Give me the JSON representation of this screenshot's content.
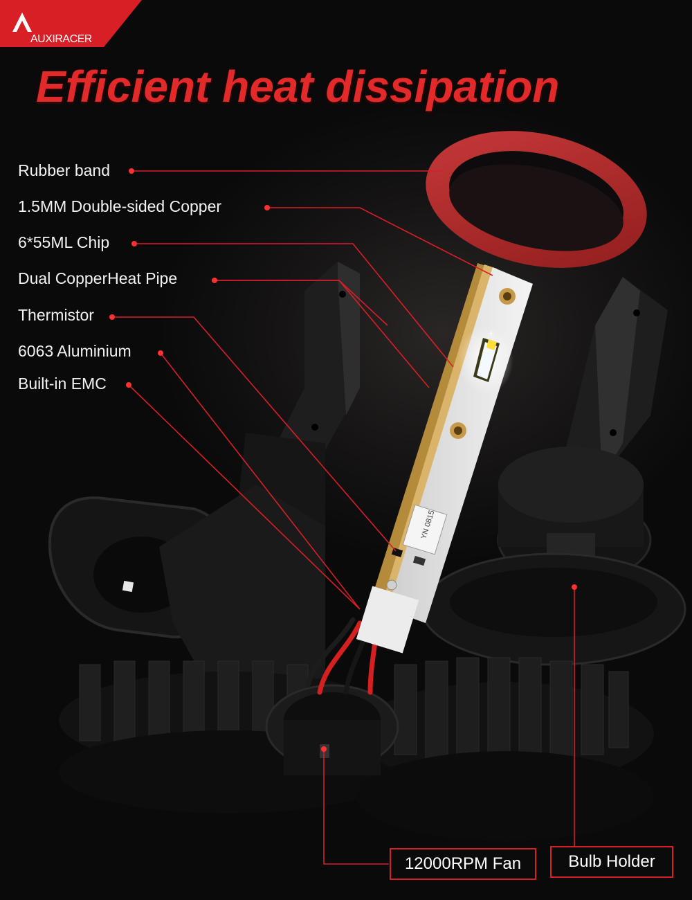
{
  "brand": {
    "name": "AUXIRACER",
    "accent_color": "#e32a2a"
  },
  "headline": "Efficient heat dissipation",
  "labels": [
    "Rubber band",
    "1.5MM Double-sided Copper",
    "6*55ML Chip",
    "Dual CopperHeat Pipe",
    "Thermistor",
    "6063 Aluminium",
    "Built-in EMC"
  ],
  "callouts": {
    "fan": "12000RPM Fan",
    "holder": "Bulb Holder"
  },
  "pcb_marking": "YN 0815",
  "chip_polarity": "+"
}
